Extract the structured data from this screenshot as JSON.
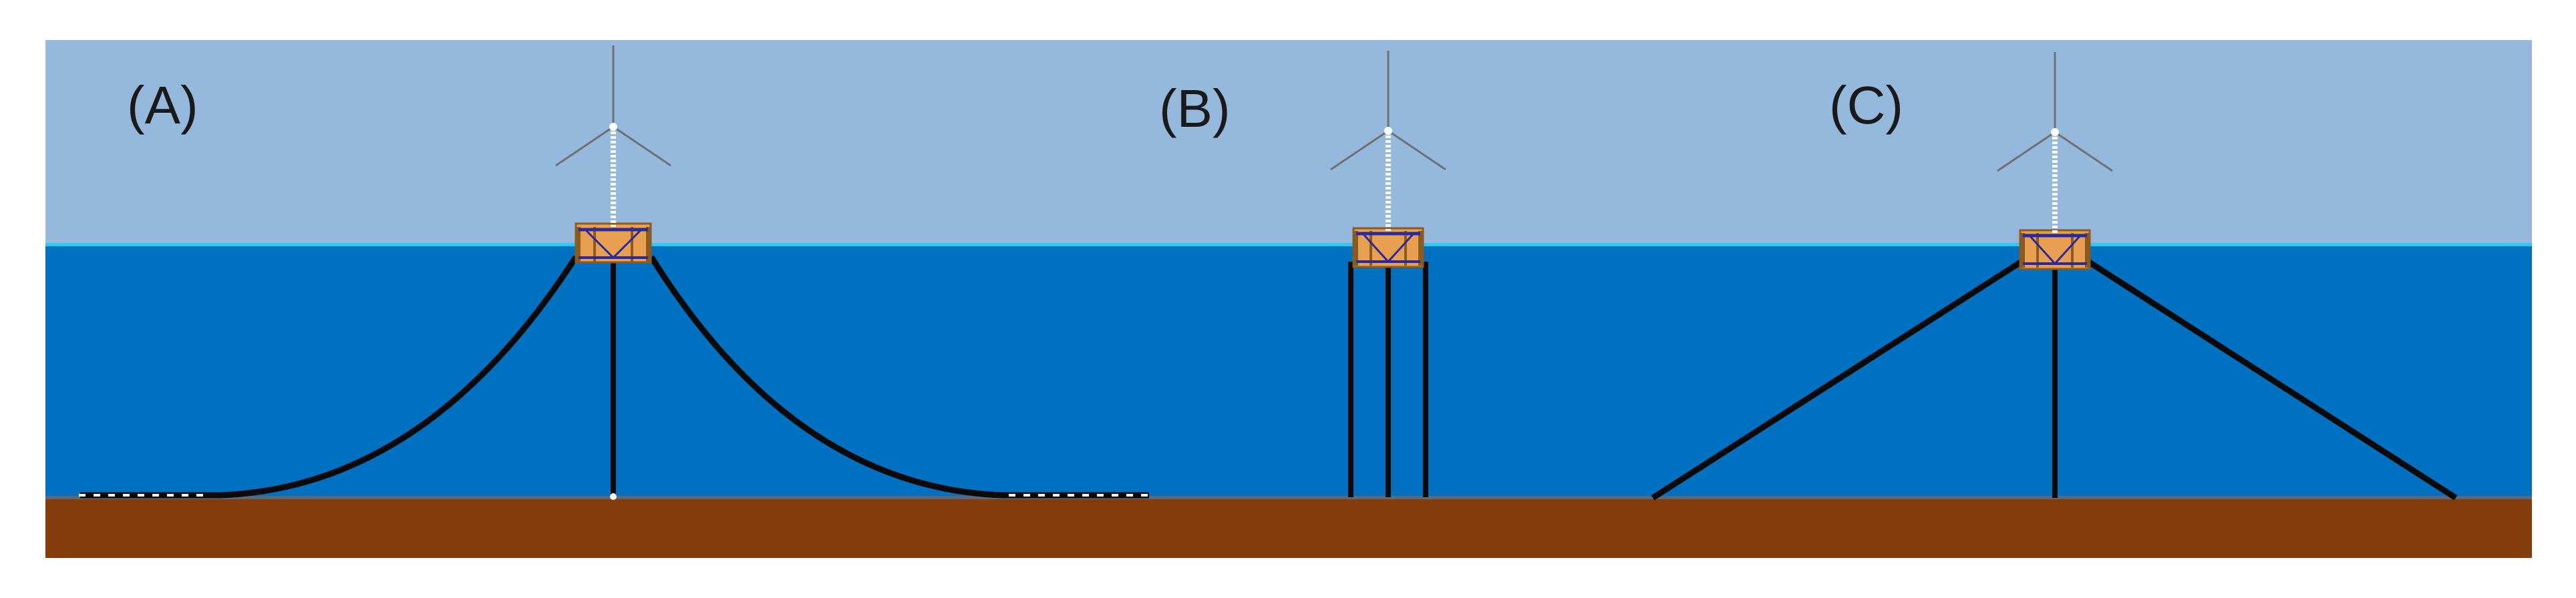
{
  "panels": [
    {
      "id": "A",
      "label": "(A)",
      "mooring": "catenary"
    },
    {
      "id": "B",
      "label": "(B)",
      "mooring": "vertical-tendons"
    },
    {
      "id": "C",
      "label": "(C)",
      "mooring": "taut-inclined"
    }
  ],
  "colors": {
    "sky": "#95b9dc",
    "sea": "#0070c0",
    "seabed": "#843c0c",
    "waterline": "#2ec8f0",
    "mooring_line": "#0a0a0a",
    "float": "#e8a050",
    "float_frame": "#2a2aa0",
    "blade": "#707070"
  }
}
